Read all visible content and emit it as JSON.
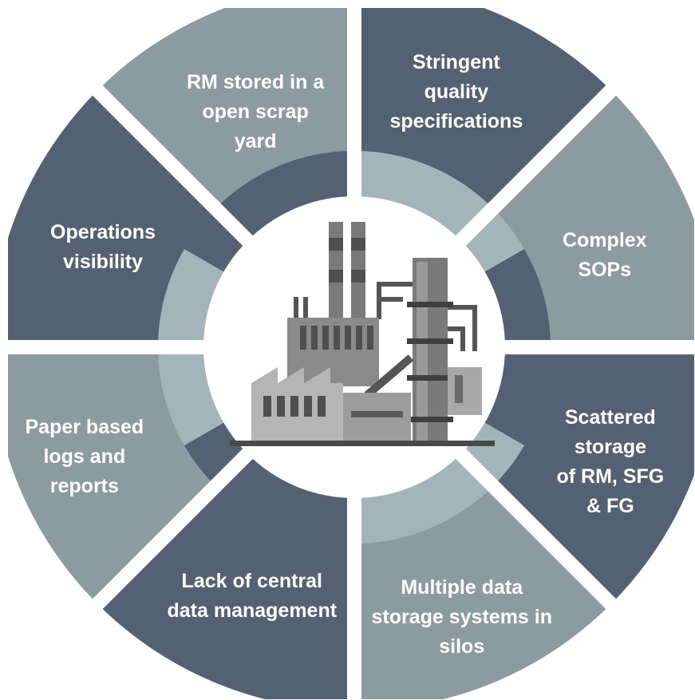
{
  "colors": {
    "dark": "#546173",
    "light": "#8c9ba0",
    "light_ring": "#a4b4bb",
    "icon_dark": "#505050",
    "icon_mid": "#7a7a7a",
    "icon_light": "#aeaeae"
  },
  "center_icon": "factory-icon",
  "segments": [
    {
      "id": "rm-stored",
      "lines": [
        "RM stored in a",
        "open scrap",
        "yard"
      ]
    },
    {
      "id": "stringent-quality",
      "lines": [
        "Stringent",
        "quality",
        "specifications"
      ]
    },
    {
      "id": "complex-sops",
      "lines": [
        "Complex",
        "SOPs"
      ]
    },
    {
      "id": "scattered-storage",
      "lines": [
        "Scattered",
        "storage",
        "of RM, SFG",
        "& FG"
      ]
    },
    {
      "id": "multiple-data-storage",
      "lines": [
        "Multiple data",
        "storage systems in",
        "silos"
      ]
    },
    {
      "id": "lack-central-data",
      "lines": [
        "Lack of central",
        "data management"
      ]
    },
    {
      "id": "paper-based-logs",
      "lines": [
        "Paper based",
        "logs and",
        "reports"
      ]
    },
    {
      "id": "operations-visibility",
      "lines": [
        "Operations",
        "visibility"
      ]
    }
  ]
}
